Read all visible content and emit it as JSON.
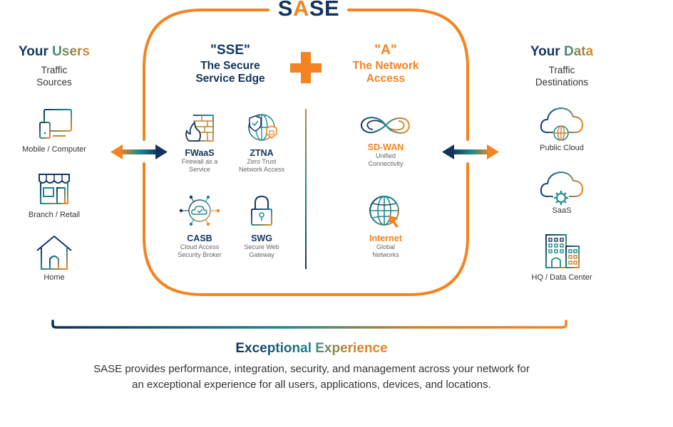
{
  "title": {
    "prefix": "S",
    "accent": "A",
    "suffix": "SE",
    "full": "SASE"
  },
  "colors": {
    "navy": "#13355e",
    "orange": "#f38421",
    "teal": "#1a8a8f",
    "text": "#333333"
  },
  "users": {
    "heading_part1": "Your ",
    "heading_part2": "Users",
    "subtitle_line1": "Traffic",
    "subtitle_line2": "Sources",
    "items": [
      {
        "label": "Mobile / Computer",
        "icon": "device-icon"
      },
      {
        "label": "Branch / Retail",
        "icon": "storefront-icon"
      },
      {
        "label": "Home",
        "icon": "house-icon"
      }
    ]
  },
  "sse": {
    "heading": "\"SSE\"",
    "subtitle_line1": "The Secure",
    "subtitle_line2": "Service Edge",
    "features": [
      {
        "title": "FWaaS",
        "desc_line1": "Firewall as a",
        "desc_line2": "Service",
        "icon": "firewall-icon"
      },
      {
        "title": "ZTNA",
        "desc_line1": "Zero Trust",
        "desc_line2": "Network Access",
        "icon": "zero-trust-globe-icon"
      },
      {
        "title": "CASB",
        "desc_line1": "Cloud Access",
        "desc_line2": "Security Broker",
        "icon": "cloud-broker-icon"
      },
      {
        "title": "SWG",
        "desc_line1": "Secure Web",
        "desc_line2": "Gateway",
        "icon": "padlock-icon"
      }
    ]
  },
  "plus_symbol": "+",
  "access": {
    "heading": "\"A\"",
    "subtitle_line1": "The Network",
    "subtitle_line2": "Access",
    "features": [
      {
        "title": "SD-WAN",
        "desc_line1": "Unified",
        "desc_line2": "Connectivity",
        "icon": "infinity-network-icon"
      },
      {
        "title": "Internet",
        "desc_line1": "Global",
        "desc_line2": "Networks",
        "icon": "globe-cursor-icon"
      }
    ]
  },
  "data": {
    "heading_part1": "Your ",
    "heading_part2": "Data",
    "subtitle_line1": "Traffic",
    "subtitle_line2": "Destinations",
    "items": [
      {
        "label": "Public Cloud",
        "icon": "cloud-globe-icon"
      },
      {
        "label": "SaaS",
        "icon": "cloud-gear-icon"
      },
      {
        "label": "HQ / Data Center",
        "icon": "office-building-icon"
      }
    ]
  },
  "experience": {
    "heading_part1": "Exceptional ",
    "heading_part2": "Experience",
    "body_line1": "SASE provides performance, integration, security, and management across your network for",
    "body_line2": "an exceptional experience for all users, applications, devices, and locations."
  }
}
